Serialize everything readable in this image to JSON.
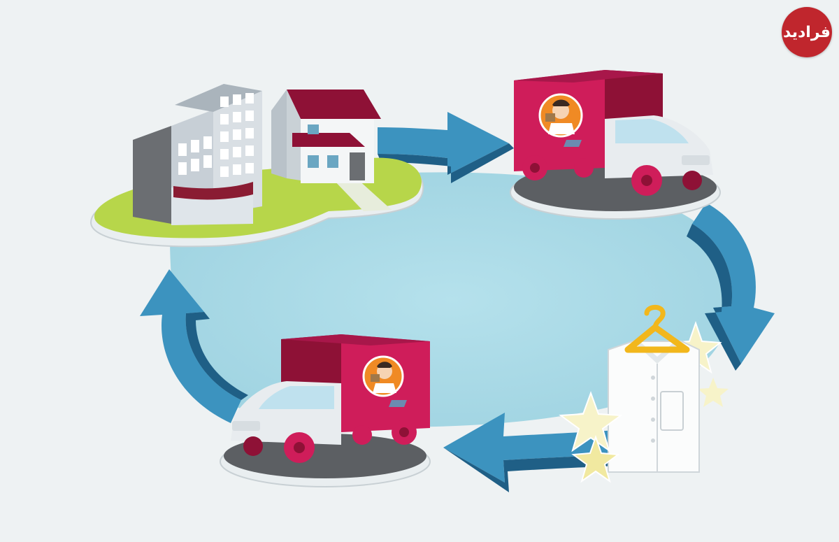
{
  "logo": {
    "text": "فرادید",
    "color": "#c0262d"
  },
  "colors": {
    "background": "#eef2f3",
    "pond": "#a9d9e5",
    "arrow": "#3c93bf",
    "arrow_dark": "#1f5f86",
    "lawn": "#b7d64a",
    "truck_box": "#cf1d5a",
    "truck_box_dark": "#8e1136",
    "hanger": "#f2b71c",
    "star": "#f7f3c9"
  },
  "diagram": {
    "nodes": [
      {
        "id": "customer-home",
        "icon": "house-and-building-icon"
      },
      {
        "id": "pickup-van",
        "icon": "delivery-truck-icon"
      },
      {
        "id": "clean-laundry",
        "icon": "shirt-on-hanger-icon"
      },
      {
        "id": "delivery-van",
        "icon": "delivery-truck-icon"
      }
    ],
    "edges": [
      {
        "from": "customer-home",
        "to": "pickup-van",
        "icon": "arrow-right-icon"
      },
      {
        "from": "pickup-van",
        "to": "clean-laundry",
        "icon": "arrow-down-icon"
      },
      {
        "from": "clean-laundry",
        "to": "delivery-van",
        "icon": "arrow-left-icon"
      },
      {
        "from": "delivery-van",
        "to": "customer-home",
        "icon": "arrow-up-icon"
      }
    ]
  }
}
